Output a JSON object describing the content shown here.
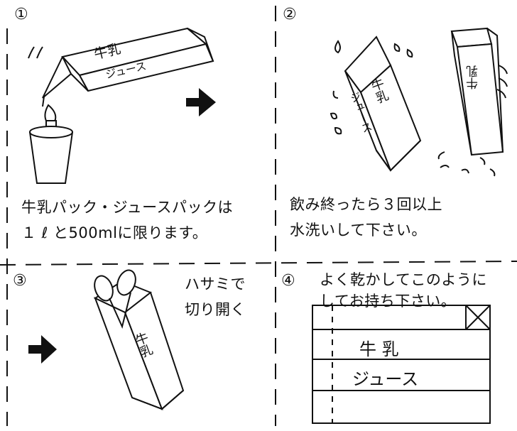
{
  "steps": [
    {
      "number": "①",
      "caption_lines": [
        "牛乳パック・ジュースパックは",
        "１ ℓ と500mlに限ります。"
      ]
    },
    {
      "number": "②",
      "caption_lines": [
        "飲み終ったら３回以上",
        "水洗いして下さい。"
      ]
    },
    {
      "number": "③",
      "caption_lines": [
        "ハサミで",
        "切り開く"
      ]
    },
    {
      "number": "④",
      "caption_lines": [
        "よく乾かしてこのように",
        "してお持ち下さい。"
      ]
    }
  ],
  "carton_labels": {
    "milk": "牛乳",
    "juice": "ジュース",
    "milk_flat": "牛 乳",
    "juice_flat": "ジュース"
  },
  "icons": {
    "arrow": "right-arrow-icon",
    "scissors": "scissors-icon",
    "cup": "cup-icon",
    "candle": "candle-icon"
  }
}
